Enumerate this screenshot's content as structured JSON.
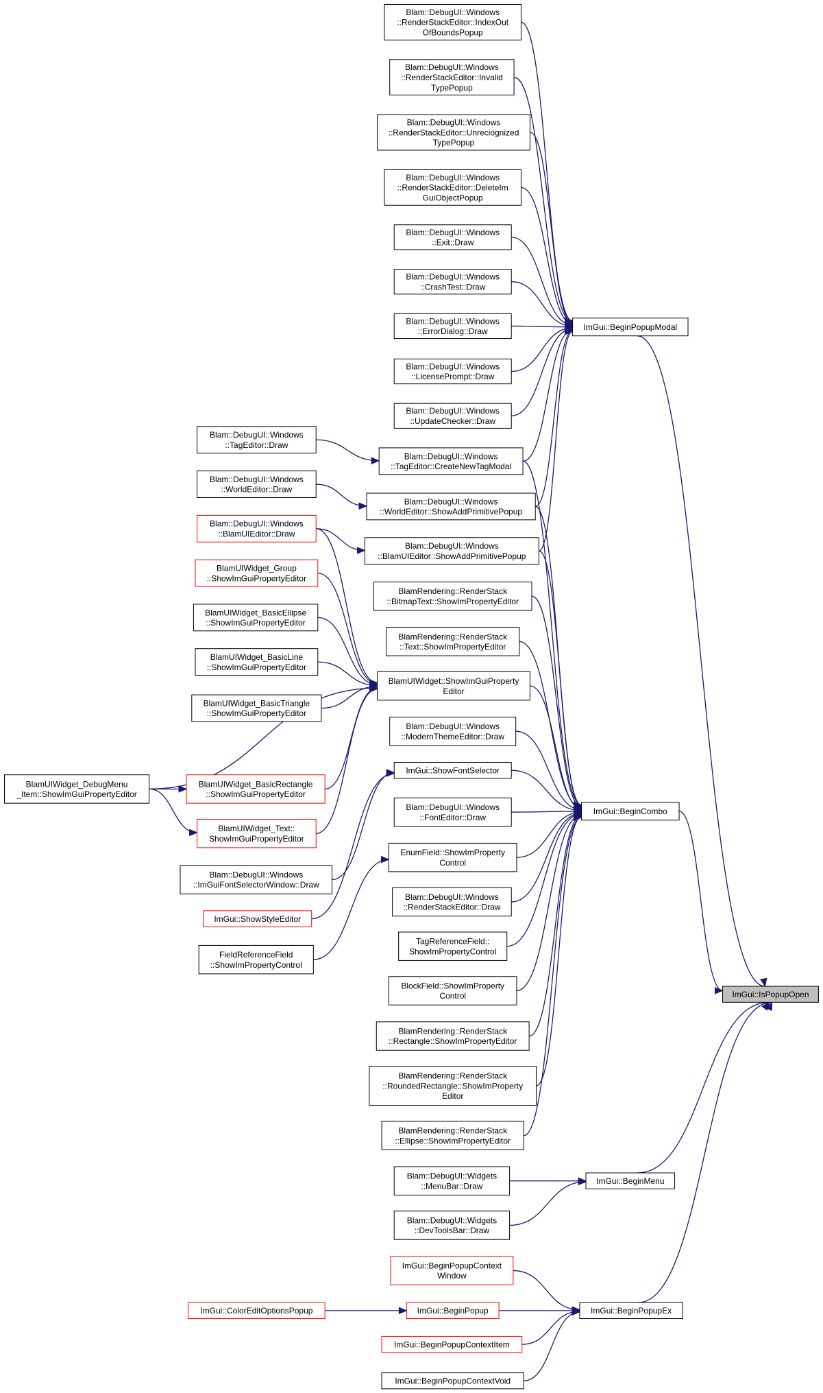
{
  "colors": {
    "edge": "#191970",
    "node_border": "#000000",
    "truncated_border": "#ff0000",
    "focus_fill": "#bfbfbf",
    "node_fill": "#ffffff"
  },
  "nodes": [
    {
      "id": "rse_ioob",
      "lines": [
        "Blam::DebugUI::Windows",
        "::RenderStackEditor::IndexOut",
        "OfBoundsPopup"
      ]
    },
    {
      "id": "rse_invalid",
      "lines": [
        "Blam::DebugUI::Windows",
        "::RenderStackEditor::Invalid",
        "TypePopup"
      ]
    },
    {
      "id": "rse_unrec",
      "lines": [
        "Blam::DebugUI::Windows",
        "::RenderStackEditor::Unreciognized",
        "TypePopup"
      ]
    },
    {
      "id": "rse_delete",
      "lines": [
        "Blam::DebugUI::Windows",
        "::RenderStackEditor::DeleteIm",
        "GuiObjectPopup"
      ]
    },
    {
      "id": "exit_draw",
      "lines": [
        "Blam::DebugUI::Windows",
        "::Exit::Draw"
      ]
    },
    {
      "id": "crash_draw",
      "lines": [
        "Blam::DebugUI::Windows",
        "::CrashTest::Draw"
      ]
    },
    {
      "id": "error_draw",
      "lines": [
        "Blam::DebugUI::Windows",
        "::ErrorDialog::Draw"
      ]
    },
    {
      "id": "license_draw",
      "lines": [
        "Blam::DebugUI::Windows",
        "::LicensePrompt::Draw"
      ]
    },
    {
      "id": "update_draw",
      "lines": [
        "Blam::DebugUI::Windows",
        "::UpdateChecker::Draw"
      ]
    },
    {
      "id": "tag_draw",
      "lines": [
        "Blam::DebugUI::Windows",
        "::TagEditor::Draw"
      ]
    },
    {
      "id": "tag_create",
      "lines": [
        "Blam::DebugUI::Windows",
        "::TagEditor::CreateNewTagModal"
      ]
    },
    {
      "id": "world_draw",
      "lines": [
        "Blam::DebugUI::Windows",
        "::WorldEditor::Draw"
      ]
    },
    {
      "id": "world_add",
      "lines": [
        "Blam::DebugUI::Windows",
        "::WorldEditor::ShowAddPrimitivePopup"
      ]
    },
    {
      "id": "blamui_draw",
      "lines": [
        "Blam::DebugUI::Windows",
        "::BlamUIEditor::Draw"
      ],
      "truncated": true
    },
    {
      "id": "blamui_add",
      "lines": [
        "Blam::DebugUI::Windows",
        "::BlamUIEditor::ShowAddPrimitivePopup"
      ]
    },
    {
      "id": "w_group",
      "lines": [
        "BlamUIWidget_Group",
        "::ShowImGuiPropertyEditor"
      ],
      "truncated": true
    },
    {
      "id": "w_ellipse",
      "lines": [
        "BlamUIWidget_BasicEllipse",
        "::ShowImGuiPropertyEditor"
      ]
    },
    {
      "id": "w_line",
      "lines": [
        "BlamUIWidget_BasicLine",
        "::ShowImGuiPropertyEditor"
      ]
    },
    {
      "id": "w_triangle",
      "lines": [
        "BlamUIWidget_BasicTriangle",
        "::ShowImGuiPropertyEditor"
      ]
    },
    {
      "id": "w_debugmenu",
      "lines": [
        "BlamUIWidget_DebugMenu",
        "_Item::ShowImGuiPropertyEditor"
      ]
    },
    {
      "id": "w_rect",
      "lines": [
        "BlamUIWidget_BasicRectangle",
        "::ShowImGuiPropertyEditor"
      ],
      "truncated": true
    },
    {
      "id": "w_text",
      "lines": [
        "BlamUIWidget_Text::",
        "ShowImGuiPropertyEditor"
      ],
      "truncated": true
    },
    {
      "id": "fontsel_draw",
      "lines": [
        "Blam::DebugUI::Windows",
        "::ImGuiFontSelectorWindow::Draw"
      ]
    },
    {
      "id": "style_editor",
      "lines": [
        "ImGui::ShowStyleEditor"
      ],
      "truncated": true
    },
    {
      "id": "fieldref",
      "lines": [
        "FieldReferenceField",
        "::ShowImPropertyControl"
      ]
    },
    {
      "id": "rs_bitmap",
      "lines": [
        "BlamRendering::RenderStack",
        "::BitmapText::ShowImPropertyEditor"
      ]
    },
    {
      "id": "rs_text",
      "lines": [
        "BlamRendering::RenderStack",
        "::Text::ShowImPropertyEditor"
      ]
    },
    {
      "id": "w_base",
      "lines": [
        "BlamUIWidget::ShowImGuiProperty",
        "Editor"
      ]
    },
    {
      "id": "modern_draw",
      "lines": [
        "Blam::DebugUI::Windows",
        "::ModernThemeEditor::Draw"
      ]
    },
    {
      "id": "show_font",
      "lines": [
        "ImGui::ShowFontSelector"
      ]
    },
    {
      "id": "font_draw",
      "lines": [
        "Blam::DebugUI::Windows",
        "::FontEditor::Draw"
      ]
    },
    {
      "id": "enum_field",
      "lines": [
        "EnumField::ShowImProperty",
        "Control"
      ]
    },
    {
      "id": "rse_draw",
      "lines": [
        "Blam::DebugUI::Windows",
        "::RenderStackEditor::Draw"
      ]
    },
    {
      "id": "tagref",
      "lines": [
        "TagReferenceField::",
        "ShowImPropertyControl"
      ]
    },
    {
      "id": "block_field",
      "lines": [
        "BlockField::ShowImProperty",
        "Control"
      ]
    },
    {
      "id": "rs_rect",
      "lines": [
        "BlamRendering::RenderStack",
        "::Rectangle::ShowImPropertyEditor"
      ]
    },
    {
      "id": "rs_rrect",
      "lines": [
        "BlamRendering::RenderStack",
        "::RoundedRectangle::ShowImProperty",
        "Editor"
      ]
    },
    {
      "id": "rs_ellipse",
      "lines": [
        "BlamRendering::RenderStack",
        "::Ellipse::ShowImPropertyEditor"
      ]
    },
    {
      "id": "menubar",
      "lines": [
        "Blam::DebugUI::Widgets",
        "::MenuBar::Draw"
      ]
    },
    {
      "id": "devtools",
      "lines": [
        "Blam::DebugUI::Widgets",
        "::DevToolsBar::Draw"
      ]
    },
    {
      "id": "ctx_window",
      "lines": [
        "ImGui::BeginPopupContext",
        "Window"
      ],
      "truncated": true
    },
    {
      "id": "color_opts",
      "lines": [
        "ImGui::ColorEditOptionsPopup"
      ],
      "truncated": true
    },
    {
      "id": "begin_popup",
      "lines": [
        "ImGui::BeginPopup"
      ],
      "truncated": true
    },
    {
      "id": "ctx_item",
      "lines": [
        "ImGui::BeginPopupContextItem"
      ],
      "truncated": true
    },
    {
      "id": "ctx_void",
      "lines": [
        "ImGui::BeginPopupContextVoid"
      ]
    },
    {
      "id": "popup_modal",
      "lines": [
        "ImGui::BeginPopupModal"
      ]
    },
    {
      "id": "combo",
      "lines": [
        "ImGui::BeginCombo"
      ]
    },
    {
      "id": "menu",
      "lines": [
        "ImGui::BeginMenu"
      ]
    },
    {
      "id": "popup_ex",
      "lines": [
        "ImGui::BeginPopupEx"
      ]
    },
    {
      "id": "is_popup_open",
      "lines": [
        "ImGui::IsPopupOpen"
      ],
      "focus": true
    }
  ],
  "edges": [
    [
      "rse_ioob",
      "popup_modal"
    ],
    [
      "rse_invalid",
      "popup_modal"
    ],
    [
      "rse_unrec",
      "popup_modal"
    ],
    [
      "rse_delete",
      "popup_modal"
    ],
    [
      "exit_draw",
      "popup_modal"
    ],
    [
      "crash_draw",
      "popup_modal"
    ],
    [
      "error_draw",
      "popup_modal"
    ],
    [
      "license_draw",
      "popup_modal"
    ],
    [
      "update_draw",
      "popup_modal"
    ],
    [
      "tag_create",
      "popup_modal"
    ],
    [
      "world_add",
      "popup_modal"
    ],
    [
      "blamui_add",
      "popup_modal"
    ],
    [
      "tag_draw",
      "tag_create"
    ],
    [
      "world_draw",
      "world_add"
    ],
    [
      "blamui_draw",
      "blamui_add"
    ],
    [
      "blamui_draw",
      "w_base"
    ],
    [
      "w_group",
      "w_base"
    ],
    [
      "w_ellipse",
      "w_base"
    ],
    [
      "w_line",
      "w_base"
    ],
    [
      "w_triangle",
      "w_base"
    ],
    [
      "w_debugmenu",
      "w_base"
    ],
    [
      "w_rect",
      "w_base"
    ],
    [
      "w_text",
      "w_base"
    ],
    [
      "w_debugmenu",
      "w_rect"
    ],
    [
      "w_debugmenu",
      "w_text"
    ],
    [
      "fontsel_draw",
      "show_font"
    ],
    [
      "style_editor",
      "show_font"
    ],
    [
      "fieldref",
      "enum_field"
    ],
    [
      "tag_create",
      "combo"
    ],
    [
      "world_add",
      "combo"
    ],
    [
      "blamui_add",
      "combo"
    ],
    [
      "rs_bitmap",
      "combo"
    ],
    [
      "rs_text",
      "combo"
    ],
    [
      "w_base",
      "combo"
    ],
    [
      "modern_draw",
      "combo"
    ],
    [
      "show_font",
      "combo"
    ],
    [
      "font_draw",
      "combo"
    ],
    [
      "enum_field",
      "combo"
    ],
    [
      "rse_draw",
      "combo"
    ],
    [
      "tagref",
      "combo"
    ],
    [
      "block_field",
      "combo"
    ],
    [
      "rs_rect",
      "combo"
    ],
    [
      "rs_rrect",
      "combo"
    ],
    [
      "rs_ellipse",
      "combo"
    ],
    [
      "menubar",
      "menu"
    ],
    [
      "devtools",
      "menu"
    ],
    [
      "ctx_window",
      "popup_ex"
    ],
    [
      "color_opts",
      "begin_popup"
    ],
    [
      "begin_popup",
      "popup_ex"
    ],
    [
      "ctx_item",
      "popup_ex"
    ],
    [
      "ctx_void",
      "popup_ex"
    ],
    [
      "popup_modal",
      "is_popup_open"
    ],
    [
      "combo",
      "is_popup_open"
    ],
    [
      "menu",
      "is_popup_open"
    ],
    [
      "popup_ex",
      "is_popup_open"
    ]
  ]
}
